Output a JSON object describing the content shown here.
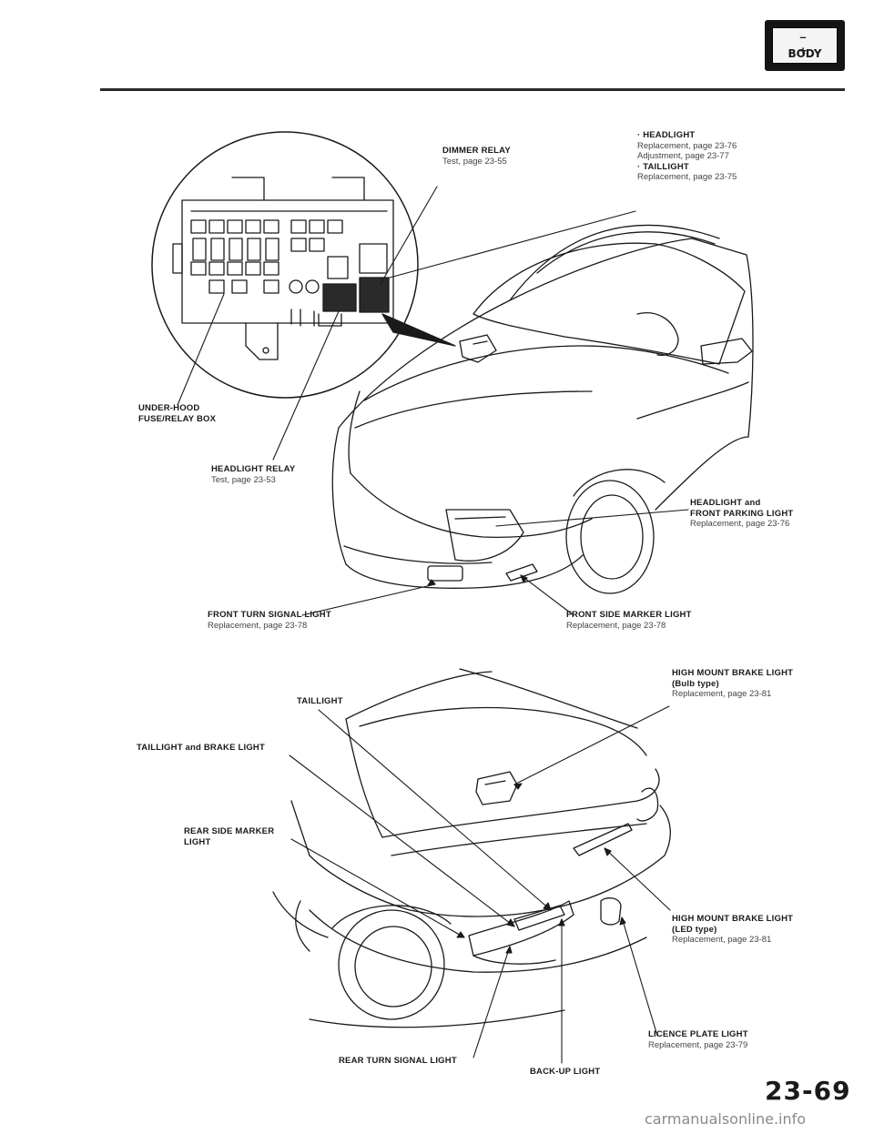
{
  "badge": {
    "polarity": "– +",
    "label": "BODY"
  },
  "page_number": "23-69",
  "watermark": "carmanualsonline.info",
  "front_labels": {
    "dimmer_relay": {
      "title": "DIMMER RELAY",
      "sub": "Test, page 23-55"
    },
    "headlight_group": {
      "line1": "· HEADLIGHT",
      "line2": "Replacement, page 23-76",
      "line3": "Adjustment, page 23-77",
      "line4": "· TAILLIGHT",
      "line5": "Replacement, page 23-75"
    },
    "fuse_box": {
      "line1": "UNDER-HOOD",
      "line2": "FUSE/RELAY BOX"
    },
    "headlight_relay": {
      "title": "HEADLIGHT RELAY",
      "sub": "Test, page 23-53"
    },
    "headlight_parking": {
      "line1": "HEADLIGHT and",
      "line2": "FRONT PARKING LIGHT",
      "sub": "Replacement, page 23-76"
    },
    "front_turn": {
      "title": "FRONT TURN SIGNAL LIGHT",
      "sub": "Replacement, page 23-78"
    },
    "front_side_marker": {
      "title": "FRONT SIDE MARKER LIGHT",
      "sub": "Replacement, page 23-78"
    }
  },
  "rear_labels": {
    "high_mount_bulb": {
      "line1": "HIGH MOUNT BRAKE LIGHT",
      "line2": "(Bulb type)",
      "sub": "Replacement, page 23-81"
    },
    "taillight": {
      "title": "TAILLIGHT"
    },
    "taillight_brake": {
      "title": "TAILLIGHT and BRAKE LIGHT"
    },
    "rear_side_marker": {
      "line1": "REAR SIDE MARKER",
      "line2": "LIGHT"
    },
    "high_mount_led": {
      "line1": "HIGH MOUNT BRAKE LIGHT",
      "line2": "(LED type)",
      "sub": "Replacement, page 23-81"
    },
    "licence_plate": {
      "title": "LICENCE PLATE LIGHT",
      "sub": "Replacement, page 23-79"
    },
    "rear_turn": {
      "title": "REAR TURN SIGNAL LIGHT"
    },
    "backup": {
      "title": "BACK-UP LIGHT"
    }
  }
}
